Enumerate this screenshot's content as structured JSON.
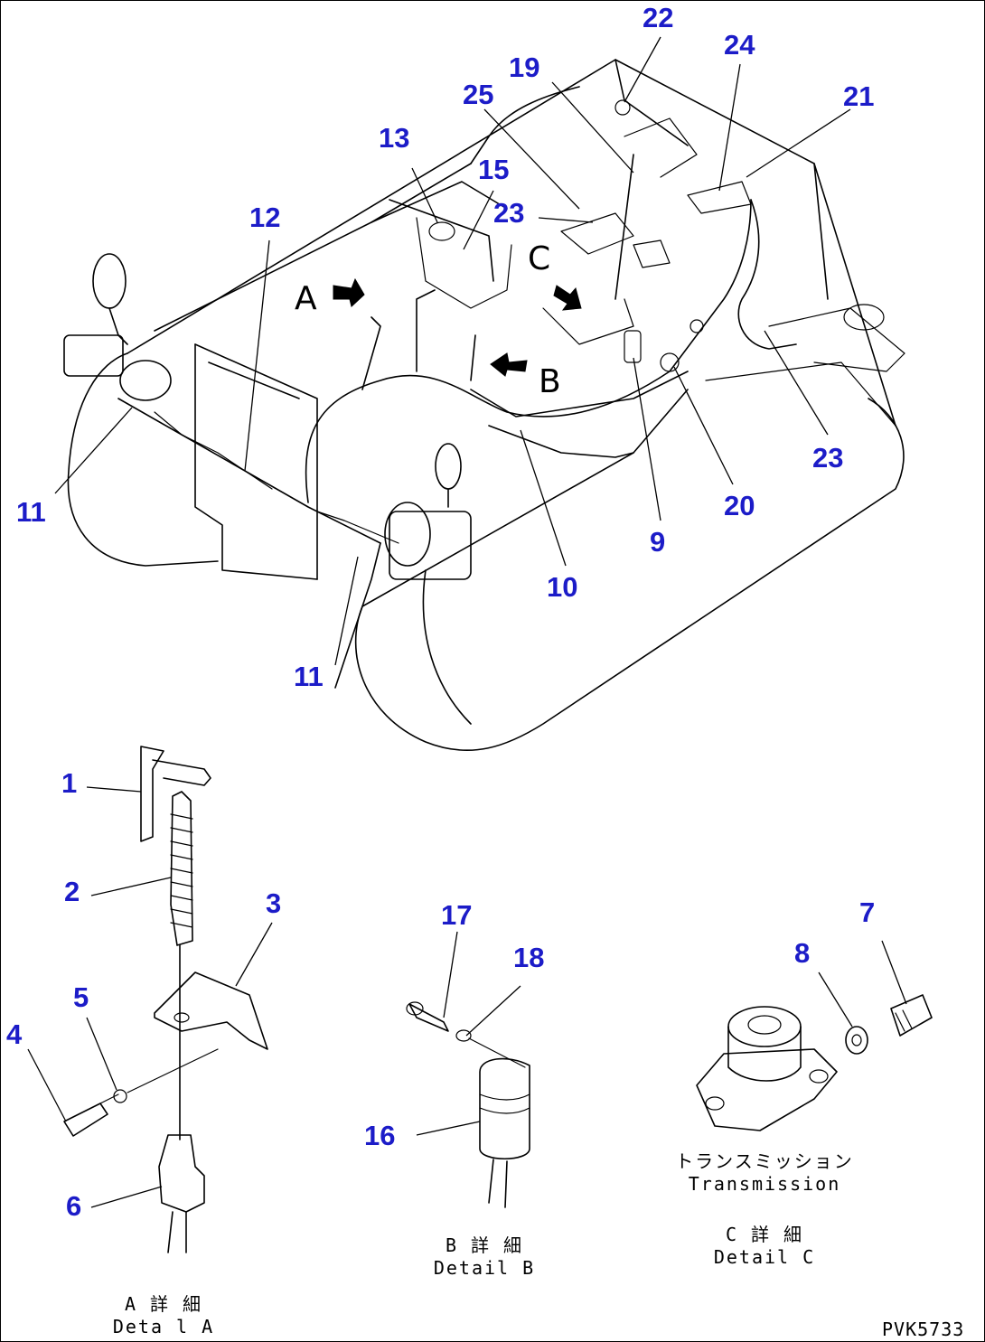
{
  "diagram": {
    "callouts": {
      "c1": "1",
      "c2": "2",
      "c3": "3",
      "c4": "4",
      "c5": "5",
      "c6": "6",
      "c7": "7",
      "c8": "8",
      "c9": "9",
      "c10": "10",
      "c11a": "11",
      "c11b": "11",
      "c12": "12",
      "c13": "13",
      "c15": "15",
      "c16": "16",
      "c17": "17",
      "c18": "18",
      "c19": "19",
      "c20": "20",
      "c21": "21",
      "c22": "22",
      "c23a": "23",
      "c23b": "23",
      "c24": "24",
      "c25": "25"
    },
    "zones": {
      "a": "A",
      "b": "B",
      "c": "C"
    },
    "captions": {
      "detail_a_jp": "A 詳 細",
      "detail_a_en": "Deta l A",
      "detail_b_jp": "B 詳 細",
      "detail_b_en": "Detail B",
      "detail_c_jp": "C 詳 細",
      "detail_c_en": "Detail C",
      "transmission_jp": "トランスミッション",
      "transmission_en": "Transmission"
    },
    "drawing_code": "PVK5733",
    "callout_color": "#1c1cc8"
  }
}
